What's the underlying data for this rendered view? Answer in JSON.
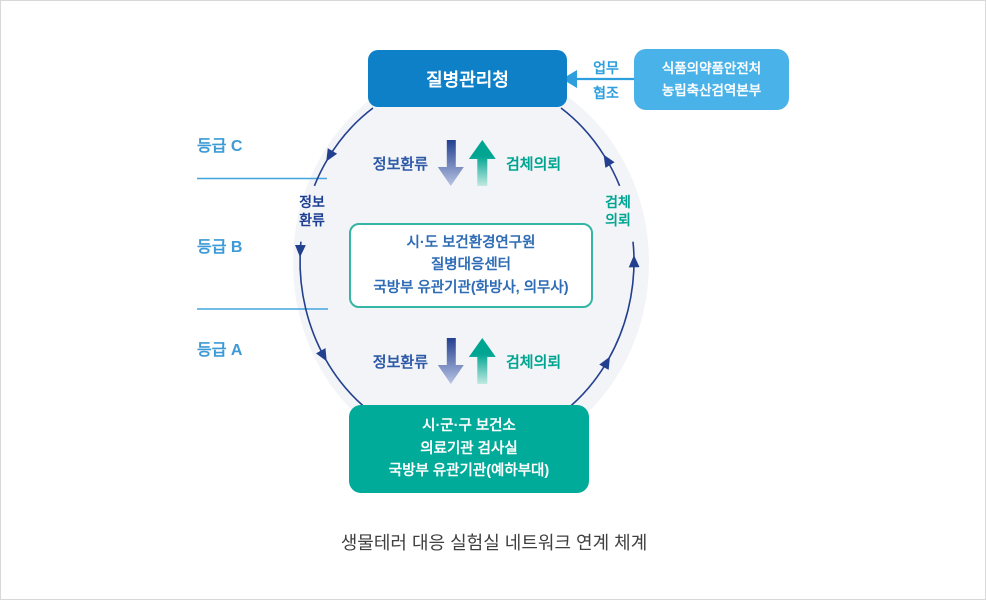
{
  "colors": {
    "kdca_blue": "#0e80c8",
    "partner_blue": "#49b2e8",
    "teal": "#00ab9a",
    "ring_navy": "#23408f",
    "navy_label": "#1c3f93",
    "teal_label": "#00a592",
    "grade_blue": "#3d9ad6",
    "grade_line": "#45a5de",
    "center_box_border": "#35b5a3",
    "center_box_text": "#2e6cb5",
    "info_flow_text": "#2d5aa8",
    "coop_blue": "#2d9fdc",
    "circle_fill": "#f3f4f7",
    "caption_gray": "#404040",
    "arrow_navy_fade": "#b9c4e4",
    "arrow_teal_fade": "#c2e9e2"
  },
  "top_box": {
    "label": "질병관리청"
  },
  "partner_box": {
    "line1": "식품의약품안전처",
    "line2": "농립축산검역본부"
  },
  "cooperation": {
    "line1": "업무",
    "line2": "협조"
  },
  "center_box": {
    "line1": "시·도 보건환경연구원",
    "line2": "질병대응센터",
    "line3": "국방부 유관기관(화방사, 의무사)"
  },
  "bottom_box": {
    "line1": "시·군·구 보건소",
    "line2": "의료기관 검사실",
    "line3": "국방부 유관기관(예하부대)"
  },
  "grades": {
    "c": "등급 C",
    "b": "등급 B",
    "a": "등급 A"
  },
  "ring_labels": {
    "left_line1": "정보",
    "left_line2": "환류",
    "right_line1": "검체",
    "right_line2": "의뢰"
  },
  "flow_labels": {
    "info": "정보환류",
    "sample": "검체의뢰"
  },
  "caption": "생물테러 대응 실험실 네트워크 연계 체계"
}
